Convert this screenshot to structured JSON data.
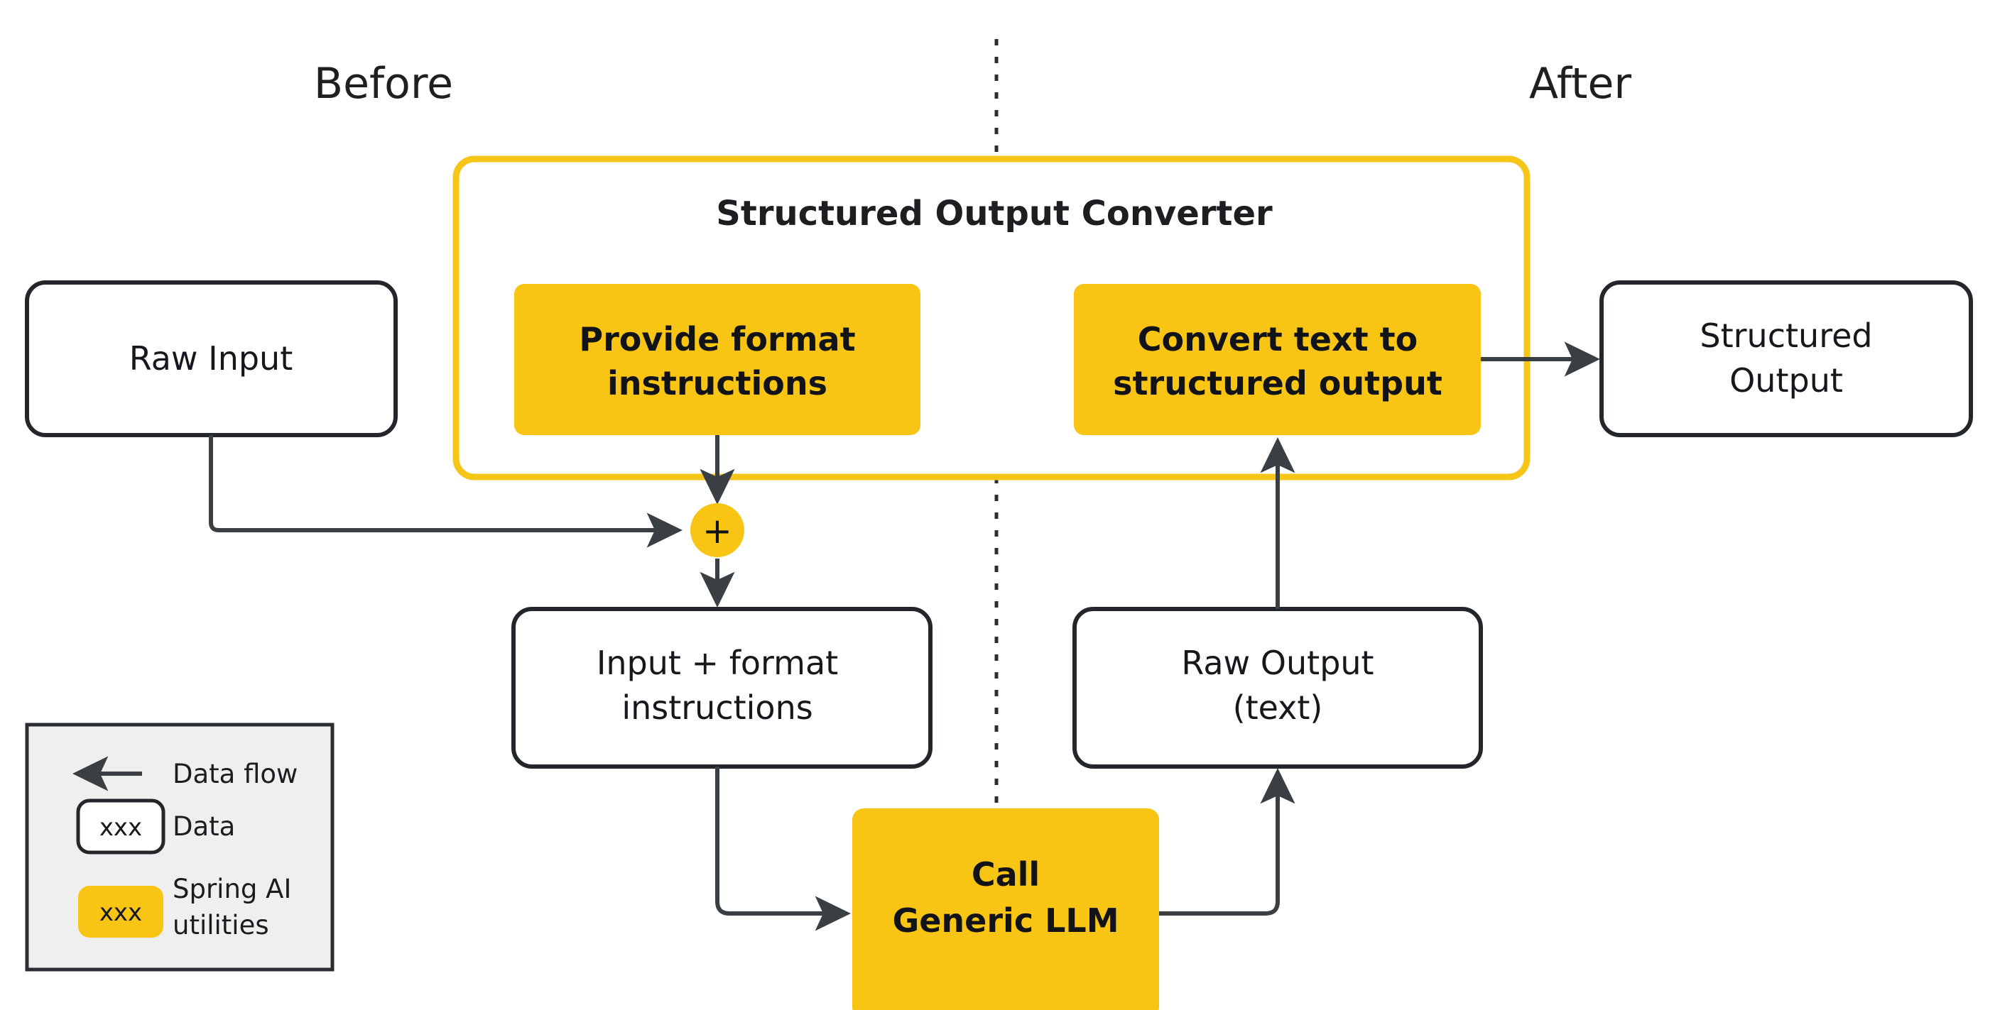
{
  "diagram": {
    "title_left": "Before",
    "title_right": "After",
    "accent_color": "#F9C515",
    "box_stroke_color": "#23272b",
    "arrow_color": "#3a3f44",
    "legend_bg_color": "#efefef",
    "background_color": "#ffffff"
  },
  "converter": {
    "label": "Structured Output Converter",
    "steps": [
      {
        "label_line1": "Provide format",
        "label_line2": "instructions"
      },
      {
        "label_line1": "Convert text to",
        "label_line2": "structured  output"
      }
    ]
  },
  "nodes": {
    "raw_input": {
      "label": "Raw Input"
    },
    "structured_output": {
      "label_line1": "Structured",
      "label_line2": "Output"
    },
    "input_plus_format": {
      "label_line1": "Input + format",
      "label_line2": "instructions"
    },
    "raw_output": {
      "label_line1": "Raw Output",
      "label_line2": "(text)"
    },
    "call_llm": {
      "label_line1": "Call",
      "label_line2": "Generic LLM"
    },
    "merge": {
      "label": "+"
    }
  },
  "legend": {
    "items": [
      {
        "icon": "arrow-left-icon",
        "label": "Data flow"
      },
      {
        "icon": "white-rounded-box-icon",
        "chip_text": "xxx",
        "label": "Data"
      },
      {
        "icon": "yellow-rounded-box-icon",
        "chip_text": "xxx",
        "label_line1": "Spring AI",
        "label_line2": "utilities"
      }
    ]
  }
}
